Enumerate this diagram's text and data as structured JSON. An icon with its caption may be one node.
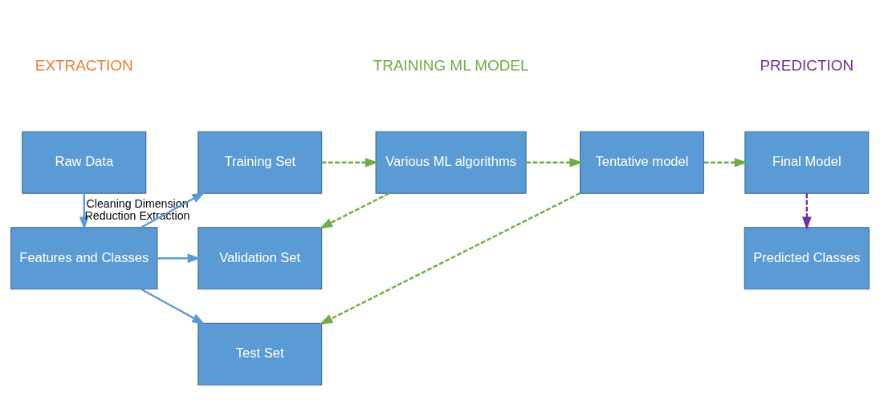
{
  "diagram": {
    "nodes": [
      {
        "text": [
          "Raw Data"
        ]
      },
      {
        "text": [
          "Features and Classes"
        ]
      },
      {
        "text": [
          "Training Set"
        ]
      },
      {
        "text": [
          "Validation Set"
        ]
      },
      {
        "text": [
          "Test Set"
        ]
      },
      {
        "text": [
          "Various ML algorithms"
        ]
      },
      {
        "text": [
          "Tentative model"
        ]
      },
      {
        "text": [
          "Final Model"
        ]
      },
      {
        "text": [
          "Predicted Classes"
        ]
      }
    ],
    "edges": [
      {
        "from": 0,
        "to": 1,
        "arrow": "to",
        "label": "Cleaning Dimension Reduction Extraction",
        "color": "#5b9bd5"
      },
      {
        "from": 1,
        "to": 2,
        "arrow": "to",
        "color": "#5b9bd5"
      },
      {
        "from": 1,
        "to": 3,
        "arrow": "to",
        "color": "#5b9bd5"
      },
      {
        "from": 1,
        "to": 4,
        "arrow": "to",
        "color": "#5b9bd5"
      },
      {
        "from": 2,
        "to": 5,
        "arrow": "to",
        "style": "dashed"
      },
      {
        "from": 5,
        "to": 3,
        "arrow": "to",
        "style": "dashed"
      },
      {
        "from": 5,
        "to": 6,
        "arrow": "to",
        "style": "dashed"
      },
      {
        "from": 6,
        "to": 4,
        "arrow": "to",
        "style": "dashed"
      },
      {
        "from": 6,
        "to": 7,
        "arrow": "to",
        "style": "dashed"
      },
      {
        "from": 7,
        "to": 8,
        "arrow": "to",
        "style": "dashed",
        "color": "#7030a0"
      }
    ],
    "labels": [
      "EXTRACTION",
      "TRAINING ML MODEL",
      "PREDICTION"
    ]
  }
}
